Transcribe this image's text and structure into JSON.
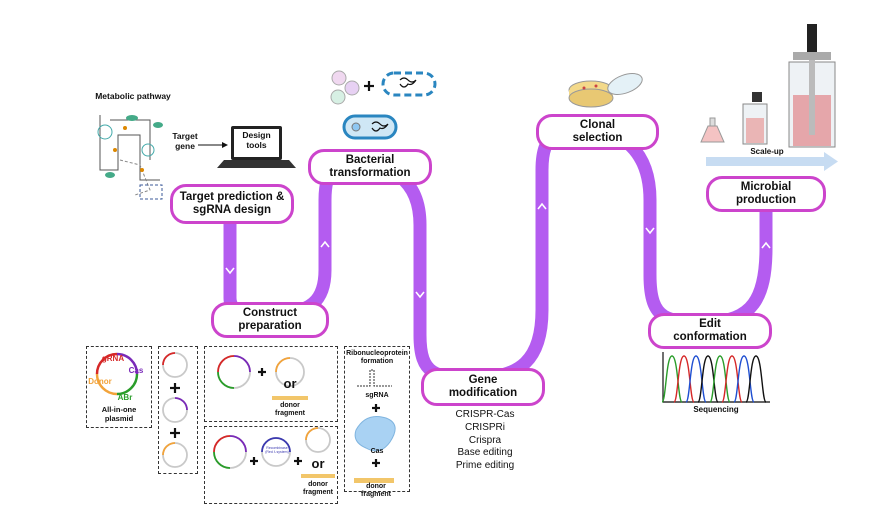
{
  "colors": {
    "path": "#b45cf0",
    "box_border": "#cc44cc",
    "arrow": "#c7dcf2"
  },
  "steps": {
    "target": "Target prediction &\nsgRNA design",
    "construct": "Construct\npreparation",
    "bacterial": "Bacterial\ntransformation",
    "gene_mod": "Gene\nmodification",
    "clonal": "Clonal\nselection",
    "edit": "Edit\nconformation",
    "microbial": "Microbial\nproduction"
  },
  "labels": {
    "metabolic": "Metabolic pathway",
    "target_gene": "Target\ngene",
    "design_tools": "Design\ntools",
    "scaleup": "Scale-up",
    "sequencing": "Sequencing",
    "all_in_one": "All-in-one\nplasmid",
    "gRNA": "gRNA",
    "cas": "Cas",
    "donor": "Donor",
    "abr": "ABr",
    "or1": "or",
    "or2": "or",
    "donor_fragment1": "donor\nfragment",
    "donor_fragment2": "donor\nfragment",
    "donor_fragment3": "donor\nfragment",
    "rnp": "Ribonucleoprotein\nformation",
    "sgrna": "sgRNA",
    "cas_protein": "Cas",
    "recombinase": "Recombinase\n(Red λ system)"
  },
  "methods": [
    "CRISPR-Cas",
    "CRISPRi",
    "Crispra",
    "Base editing",
    "Prime editing"
  ],
  "icons": [
    "laptop-icon",
    "petri-dish-icon",
    "bacterium-icon",
    "flask-icon",
    "bioreactor-icon",
    "plasmid-icon",
    "protein-icon"
  ],
  "chromatogram_colors": [
    "#2a9d2a",
    "#d62828",
    "#1f4fd1",
    "#111111",
    "#2a9d2a",
    "#d62828",
    "#1f4fd1",
    "#111111"
  ]
}
